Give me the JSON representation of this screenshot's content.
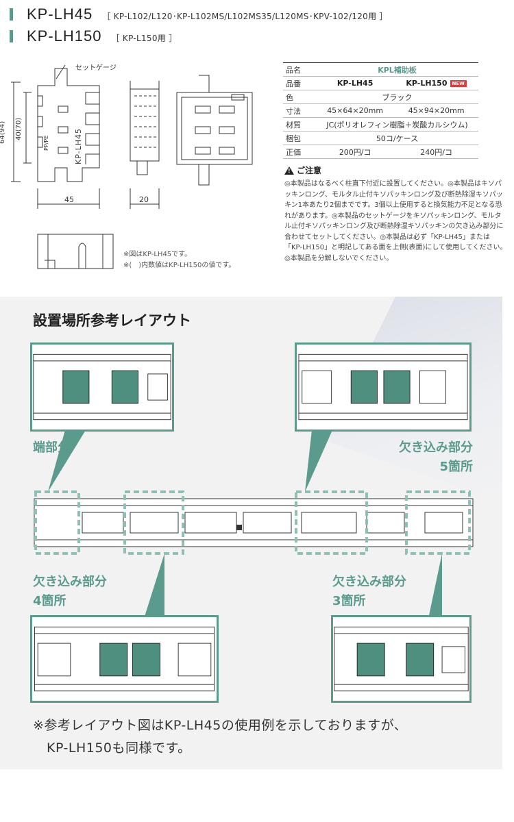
{
  "header": {
    "lines": [
      {
        "model": "KP-LH45",
        "compat": "［ KP-L102/L120･KP-L102MS/L102MS35/L120MS･KPV-102/120用 ］"
      },
      {
        "model": "KP-LH150",
        "compat": "［ KP-L150用 ］"
      }
    ]
  },
  "drawing": {
    "gauge_label": "セットゲージ",
    "side_text": "PP/PE",
    "body_text": "KP-LH45",
    "dim_height_outer": "64(94)",
    "dim_height_inner": "40(70)",
    "dim_width": "45",
    "dim_depth": "20",
    "notes": [
      "※図はKP-LH45です。",
      "※(　)内数値はKP-LH150の値です。"
    ]
  },
  "spec": {
    "rows": [
      {
        "key": "品名",
        "value": "KPL補助板"
      },
      {
        "key": "品番",
        "a": "KP-LH45",
        "b": "KP-LH150",
        "badge": "NEW"
      },
      {
        "key": "色",
        "value": "ブラック"
      },
      {
        "key": "寸法",
        "a": "45×64×20mm",
        "b": "45×94×20mm"
      },
      {
        "key": "材質",
        "value": "JC(ポリオレフィン樹脂＋炭酸カルシウム)"
      },
      {
        "key": "梱包",
        "value": "50コ/ケース"
      },
      {
        "key": "正価",
        "a": "200円/コ",
        "b": "240円/コ"
      }
    ]
  },
  "caution": {
    "title": "ご注意",
    "body": "◎本製品はなるべく柱直下付近に設置してください。◎本製品はキソパッキンロング、モルタル止付キソパッキンロング及び断熱除湿キソパッキン1本あたり2個までです。3個以上使用すると換気能力不足となる恐れがあります。◎本製品のセットゲージをキソパッキンロング、モルタル止付キソパッキンロング及び断熱除湿キソパッキンの欠き込み部分に合わせてセットしてください。◎本製品は必ず「KP-LH45」または「KP-LH150」と明記してある面を上側(表面)にして使用してください。◎本製品を分解しないでください。"
  },
  "layout": {
    "title": "設置場所参考レイアウト",
    "callouts": {
      "end": "端部分",
      "notch5": [
        "欠き込み部分",
        "5箇所"
      ],
      "notch4": [
        "欠き込み部分",
        "4箇所"
      ],
      "notch3": [
        "欠き込み部分",
        "3箇所"
      ]
    },
    "footnote": [
      "※参考レイアウト図はKP-LH45の使用例を示しておりますが、",
      "KP-LH150も同様です。"
    ]
  },
  "colors": {
    "accent": "#5a9b8d",
    "part_fill": "#4f8f80",
    "new_badge": "#e03c3c"
  }
}
